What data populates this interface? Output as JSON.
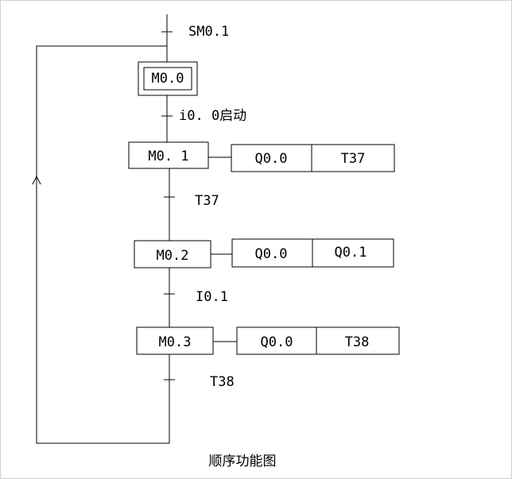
{
  "initial_step": {
    "label": "M0.0"
  },
  "start_condition": {
    "label": "SM0.1"
  },
  "steps": [
    {
      "label": "M0. 1",
      "actions": [
        "Q0.0",
        "T37"
      ]
    },
    {
      "label": "M0.2",
      "actions": [
        "Q0.0",
        "Q0.1"
      ]
    },
    {
      "label": "M0.3",
      "actions": [
        "Q0.0",
        "T38"
      ]
    }
  ],
  "transitions": [
    {
      "label": "i0. 0启动"
    },
    {
      "label": "T37"
    },
    {
      "label": "I0.1"
    },
    {
      "label": "T38"
    }
  ],
  "caption": "顺序功能图"
}
